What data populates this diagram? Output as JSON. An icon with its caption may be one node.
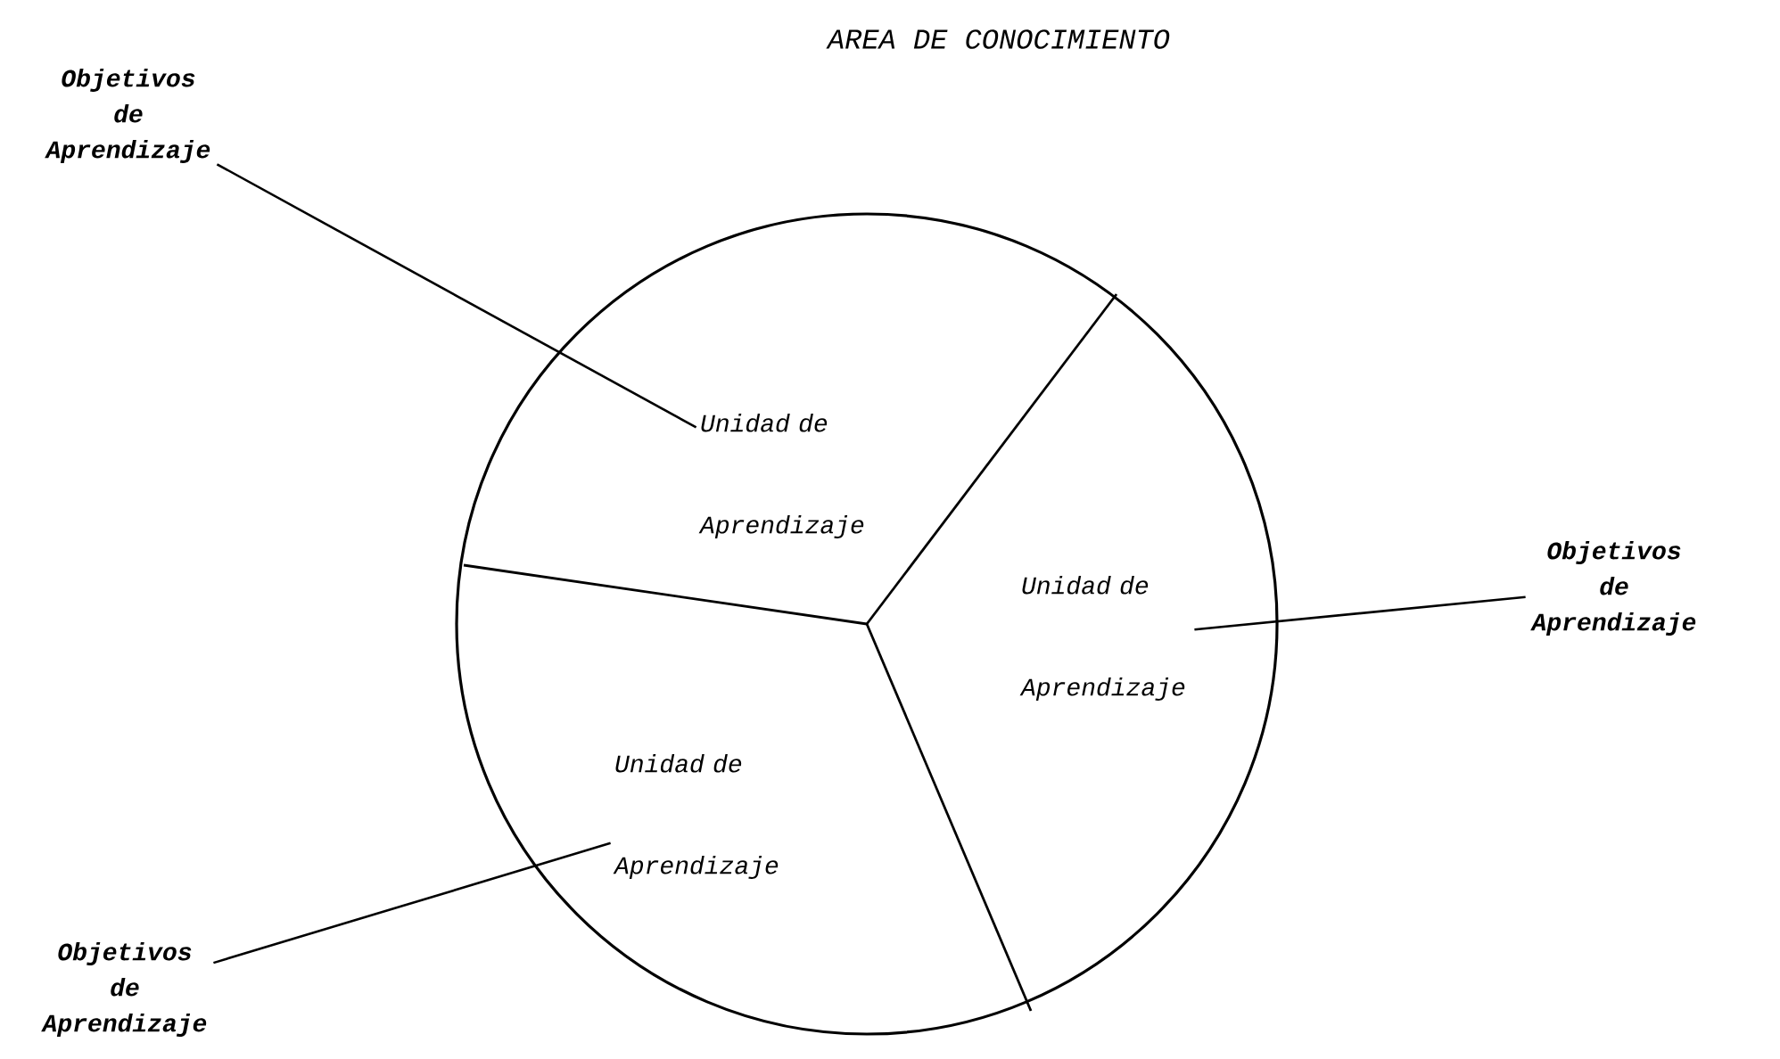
{
  "diagram": {
    "title": "AREA DE CONOCIMIENTO",
    "nodes": [
      {
        "text": [],
        "shape": "circle"
      },
      {
        "text": [
          "Unidad de Aprendizaje"
        ],
        "in": 0
      },
      {
        "text": [
          "Unidad de Aprendizaje"
        ],
        "in": 0
      },
      {
        "text": [
          "Unidad de Aprendizaje"
        ],
        "in": 0
      },
      {
        "text": [
          "Objetivos de Aprendizaje"
        ]
      },
      {
        "text": [
          "Objetivos de Aprendizaje"
        ]
      },
      {
        "text": [
          "Objetivos de Aprendizaje"
        ]
      }
    ],
    "edges": [
      {
        "from": 4,
        "to": 1,
        "arrow": "none"
      },
      {
        "from": 5,
        "to": 2,
        "arrow": "none"
      },
      {
        "from": 6,
        "to": 3,
        "arrow": "none"
      }
    ]
  }
}
